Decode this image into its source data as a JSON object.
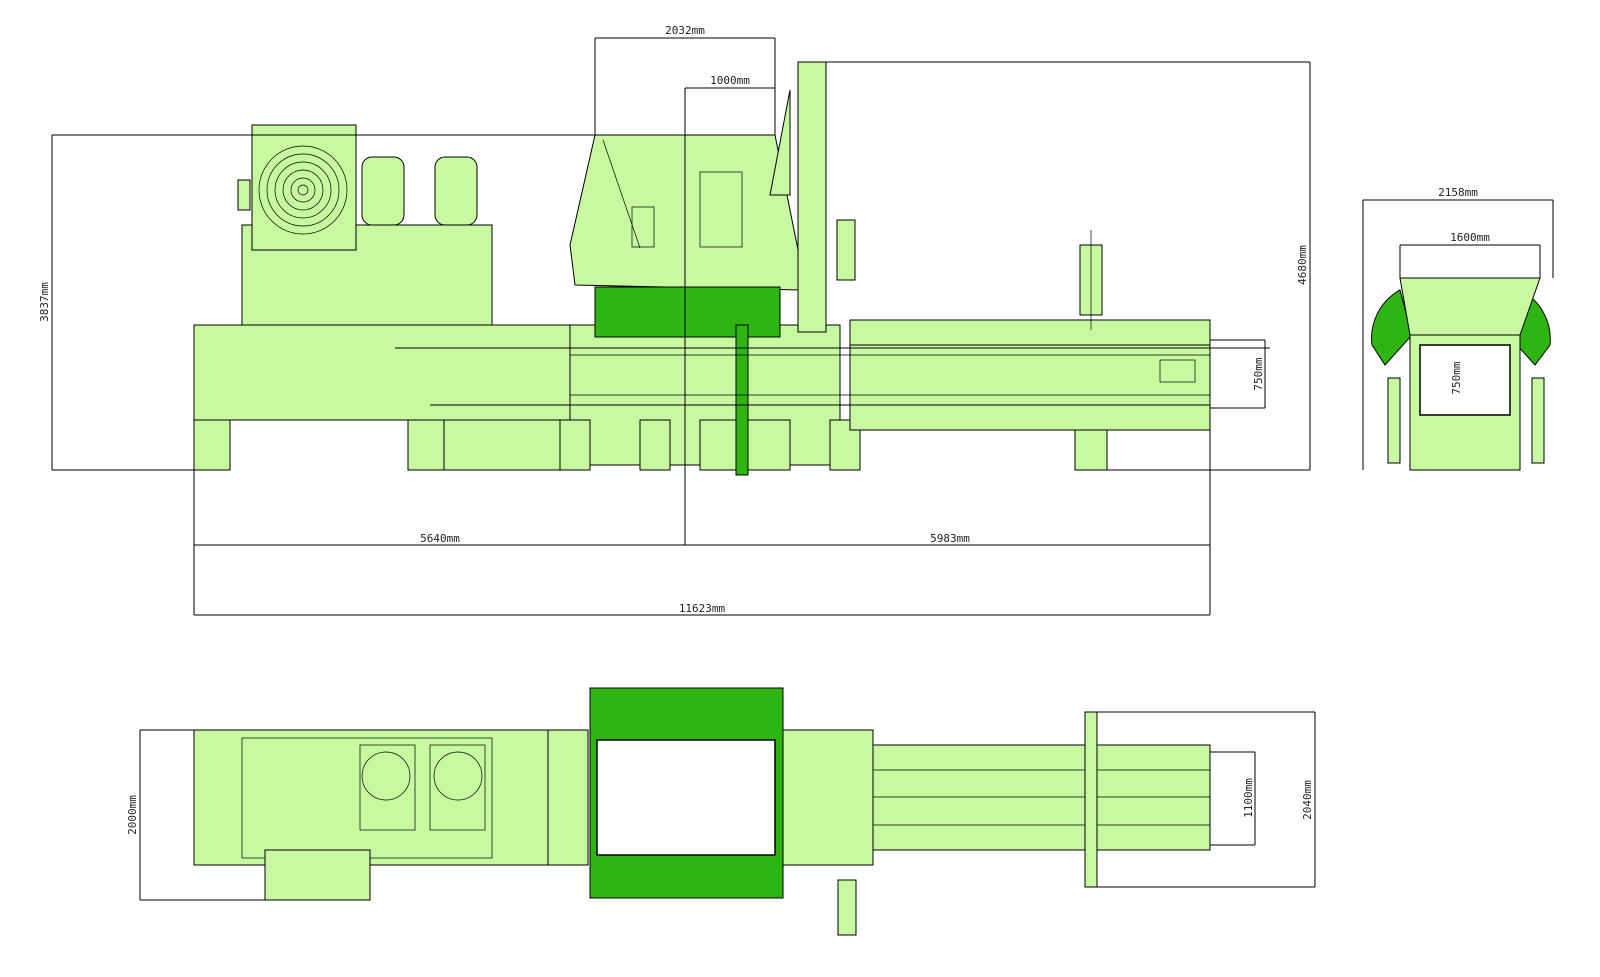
{
  "dimensions": {
    "side_width_top": "2032mm",
    "side_width_inner": "1000mm",
    "side_height_left": "3837mm",
    "side_height_right": "4680mm",
    "side_pit": "750mm",
    "length_left": "5640mm",
    "length_right": "5983mm",
    "length_total": "11623mm",
    "end_width_outer": "2158mm",
    "end_width_inner": "1600mm",
    "end_pit": "750mm",
    "plan_width_left": "2000mm",
    "plan_channel": "1100mm",
    "plan_width_right": "2040mm"
  },
  "colors": {
    "body": "#c8f8a0",
    "accent": "#2fb512",
    "line": "#000000"
  }
}
